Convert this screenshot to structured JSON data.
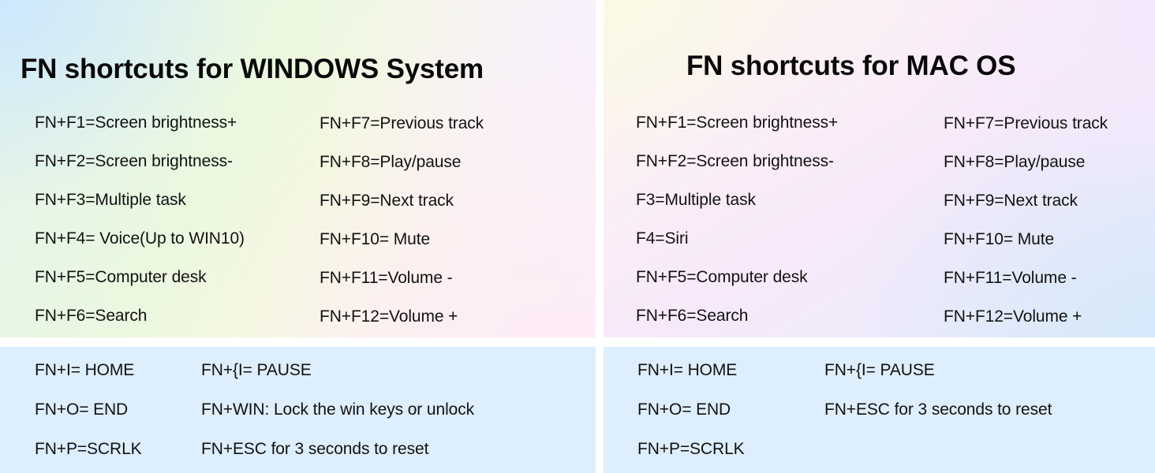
{
  "colors": {
    "panel_blue": "#ddeefc",
    "text": "#121212",
    "title": "#090909",
    "page_background": "#ffffff"
  },
  "windows": {
    "title": "FN shortcuts for WINDOWS System",
    "function_keys_left": [
      "FN+F1=Screen brightness+",
      "FN+F2=Screen brightness-",
      "FN+F3=Multiple task",
      "FN+F4= Voice(Up to WIN10)",
      "FN+F5=Computer desk",
      "FN+F6=Search"
    ],
    "function_keys_right": [
      "FN+F7=Previous track",
      "FN+F8=Play/pause",
      "FN+F9=Next track",
      "FN+F10= Mute",
      "FN+F11=Volume -",
      "FN+F12=Volume +"
    ],
    "extra_keys_left": [
      "FN+I= HOME",
      "FN+O= END",
      "FN+P=SCRLK"
    ],
    "extra_keys_right": [
      "FN+{I= PAUSE",
      "FN+WIN: Lock the win keys or unlock",
      "FN+ESC for 3 seconds to reset"
    ]
  },
  "mac": {
    "title": "FN shortcuts for MAC OS",
    "function_keys_left": [
      "FN+F1=Screen brightness+",
      "FN+F2=Screen brightness-",
      "F3=Multiple task",
      "F4=Siri",
      "FN+F5=Computer desk",
      "FN+F6=Search"
    ],
    "function_keys_right": [
      "FN+F7=Previous track",
      "FN+F8=Play/pause",
      "FN+F9=Next track",
      "FN+F10= Mute",
      "FN+F11=Volume -",
      "FN+F12=Volume +"
    ],
    "extra_keys_left": [
      "FN+I= HOME",
      "FN+O= END",
      "FN+P=SCRLK"
    ],
    "extra_keys_right": [
      "FN+{I= PAUSE",
      "FN+ESC for 3 seconds to reset"
    ]
  }
}
